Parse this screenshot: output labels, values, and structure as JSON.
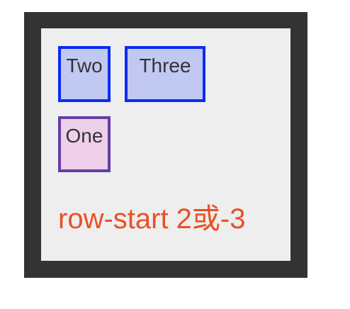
{
  "grid": {
    "items": {
      "two": {
        "label": "Two"
      },
      "three": {
        "label": "Three"
      },
      "one": {
        "label": "One"
      }
    }
  },
  "caption": {
    "text": "row-start 2或-3"
  },
  "colors": {
    "frame": "#333333",
    "panel": "#eeeeee",
    "blue_border": "#0b2cf2",
    "blue_fill": "#c1c8f2",
    "purple_border": "#643ea6",
    "purple_fill": "#eed0ea",
    "caption": "#ea5025"
  }
}
